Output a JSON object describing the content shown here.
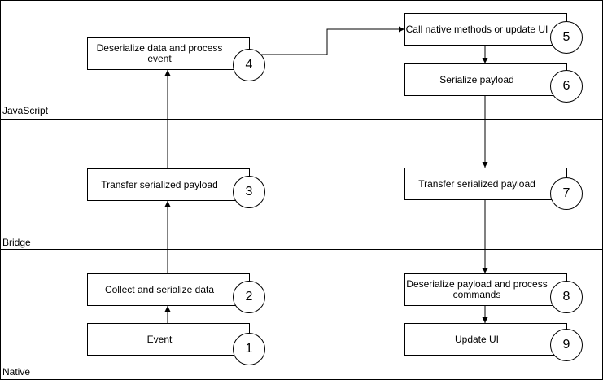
{
  "lanes": {
    "javascript": "JavaScript",
    "bridge": "Bridge",
    "native": "Native"
  },
  "steps": {
    "s1": {
      "label": "Event",
      "number": "1"
    },
    "s2": {
      "label": "Collect and serialize data",
      "number": "2"
    },
    "s3": {
      "label": "Transfer serialized payload",
      "number": "3"
    },
    "s4": {
      "label": "Deserialize data and process event",
      "number": "4"
    },
    "s5": {
      "label": "Call native methods or update UI",
      "number": "5"
    },
    "s6": {
      "label": "Serialize payload",
      "number": "6"
    },
    "s7": {
      "label": "Transfer serialized payload",
      "number": "7"
    },
    "s8": {
      "label": "Deserialize payload and process commands",
      "number": "8"
    },
    "s9": {
      "label": "Update UI",
      "number": "9"
    }
  },
  "colors": {
    "line": "#000000",
    "background": "#ffffff"
  }
}
